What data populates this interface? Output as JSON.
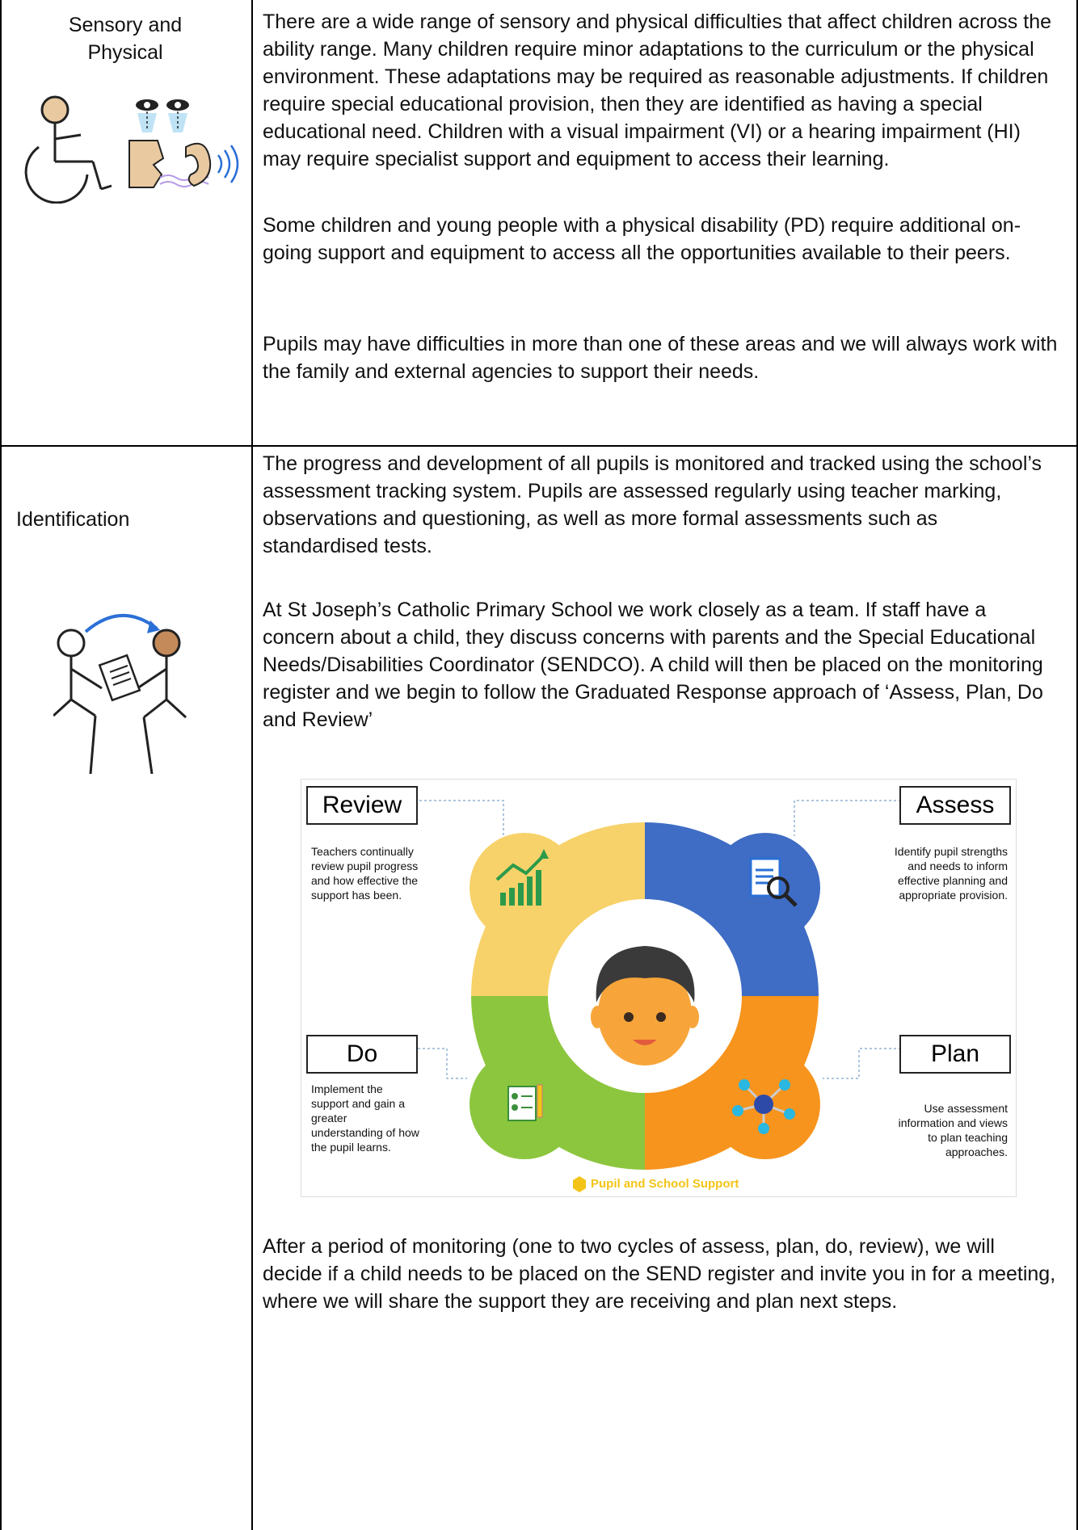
{
  "rows": [
    {
      "label": "Sensory and Physical",
      "label_line1": "Sensory and",
      "label_line2": "Physical",
      "icon": "wheelchair-eyes-nose-ear-icon",
      "paragraphs": [
        "There are a wide range of sensory and physical difficulties that affect children across the ability range. Many children require minor adaptations to the curriculum or the physical environment. These adaptations may be required as reasonable adjustments. If children require special educational provision, then they are identified as having a special educational need. Children with a visual impairment (VI) or a hearing impairment (HI) may require specialist support and equipment to access their learning.",
        "Some children and young people with a physical disability (PD) require additional on-going support and equipment to access all the opportunities available to their peers.",
        "Pupils may have difficulties in more than one of these areas and we will always work with the family and external agencies to support their needs."
      ]
    },
    {
      "label": "Identification",
      "icon": "two-people-discussing-clipboard-icon",
      "paragraphs": [
        "The progress and development of all pupils is monitored and tracked using the school’s assessment tracking system. Pupils are assessed regularly using teacher marking, observations and questioning, as well as more formal assessments such as standardised tests.",
        "At St Joseph’s Catholic Primary School we work closely as a team. If staff have a concern about a child, they discuss concerns with parents and the Special Educational Needs/Disabilities Coordinator (SENDCO).  A child will then be placed on the monitoring register and we begin to follow the Graduated Response approach of ‘Assess, Plan, Do and Review’",
        "After a period of monitoring (one to two cycles of assess, plan, do, review), we will decide if a child needs to be placed on the SEND register and invite you in for a meeting, where we will share the support they are receiving and plan next steps."
      ]
    }
  ],
  "diagram": {
    "review": {
      "title": "Review",
      "text": "Teachers continually review pupil progress and how effective the support has been."
    },
    "assess": {
      "title": "Assess",
      "text": "Identify pupil strengths and needs to inform effective planning and appropriate provision."
    },
    "do": {
      "title": "Do",
      "text": "Implement the support and gain a greater understanding of how the pupil learns."
    },
    "plan": {
      "title": "Plan",
      "text": "Use assessment information and views to plan teaching approaches."
    },
    "footer": "Pupil and School Support",
    "colors": {
      "review": "#f7d26a",
      "assess": "#3f6cc4",
      "do": "#8cc63e",
      "plan": "#f7941d"
    }
  }
}
